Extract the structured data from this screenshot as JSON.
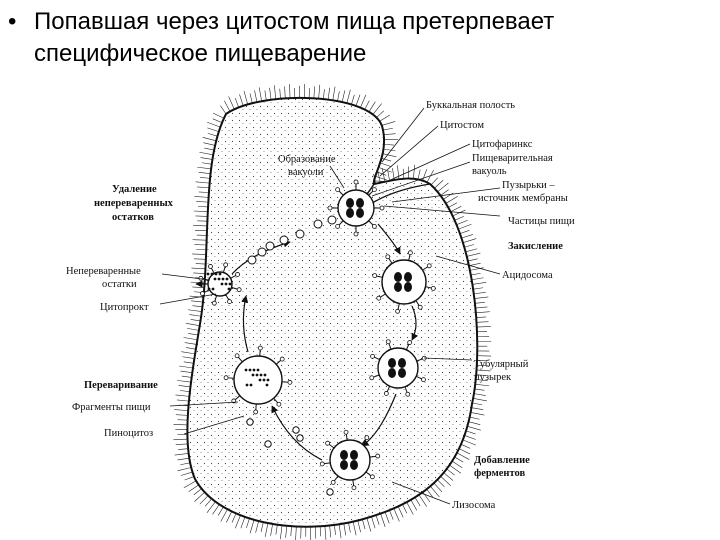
{
  "slide": {
    "bullet_symbol": "•",
    "bullet_text": "Попавшая через цитостом пища претерпевает специфическое пищеварение"
  },
  "diagram": {
    "labels": {
      "buccal": "Буккальная полость",
      "cytostome": "Цитостом",
      "cytopharynx": "Цитофаринкс",
      "food_vacuole_1": "Пищеварительная",
      "food_vacuole_2": "вакуоль",
      "vesicles_1": "Пузырьки –",
      "vesicles_2": "источник мембраны",
      "food_particles": "Частицы пищи",
      "acidification": "Закисление",
      "acidosome": "Ацидосома",
      "tubular_1": "Тубулярный",
      "tubular_2": "пузырек",
      "enzymes_1": "Добавление",
      "enzymes_2": "ферментов",
      "lysosome": "Лизосома",
      "vacuole_formation_1": "Образование",
      "vacuole_formation_2": "вакуоли",
      "removal_1": "Удаление",
      "removal_2": "непереваренных",
      "removal_3": "остатков",
      "undigested_1": "Непереваренные",
      "undigested_2": "остатки",
      "cytoproct": "Цитопрокт",
      "digestion": "Переваривание",
      "food_fragments": "Фрагменты пищи",
      "pinocytosis": "Пиноцитоз"
    }
  },
  "colors": {
    "ink": "#111111",
    "cell_fill": "#f7f7f7",
    "background": "#ffffff"
  }
}
